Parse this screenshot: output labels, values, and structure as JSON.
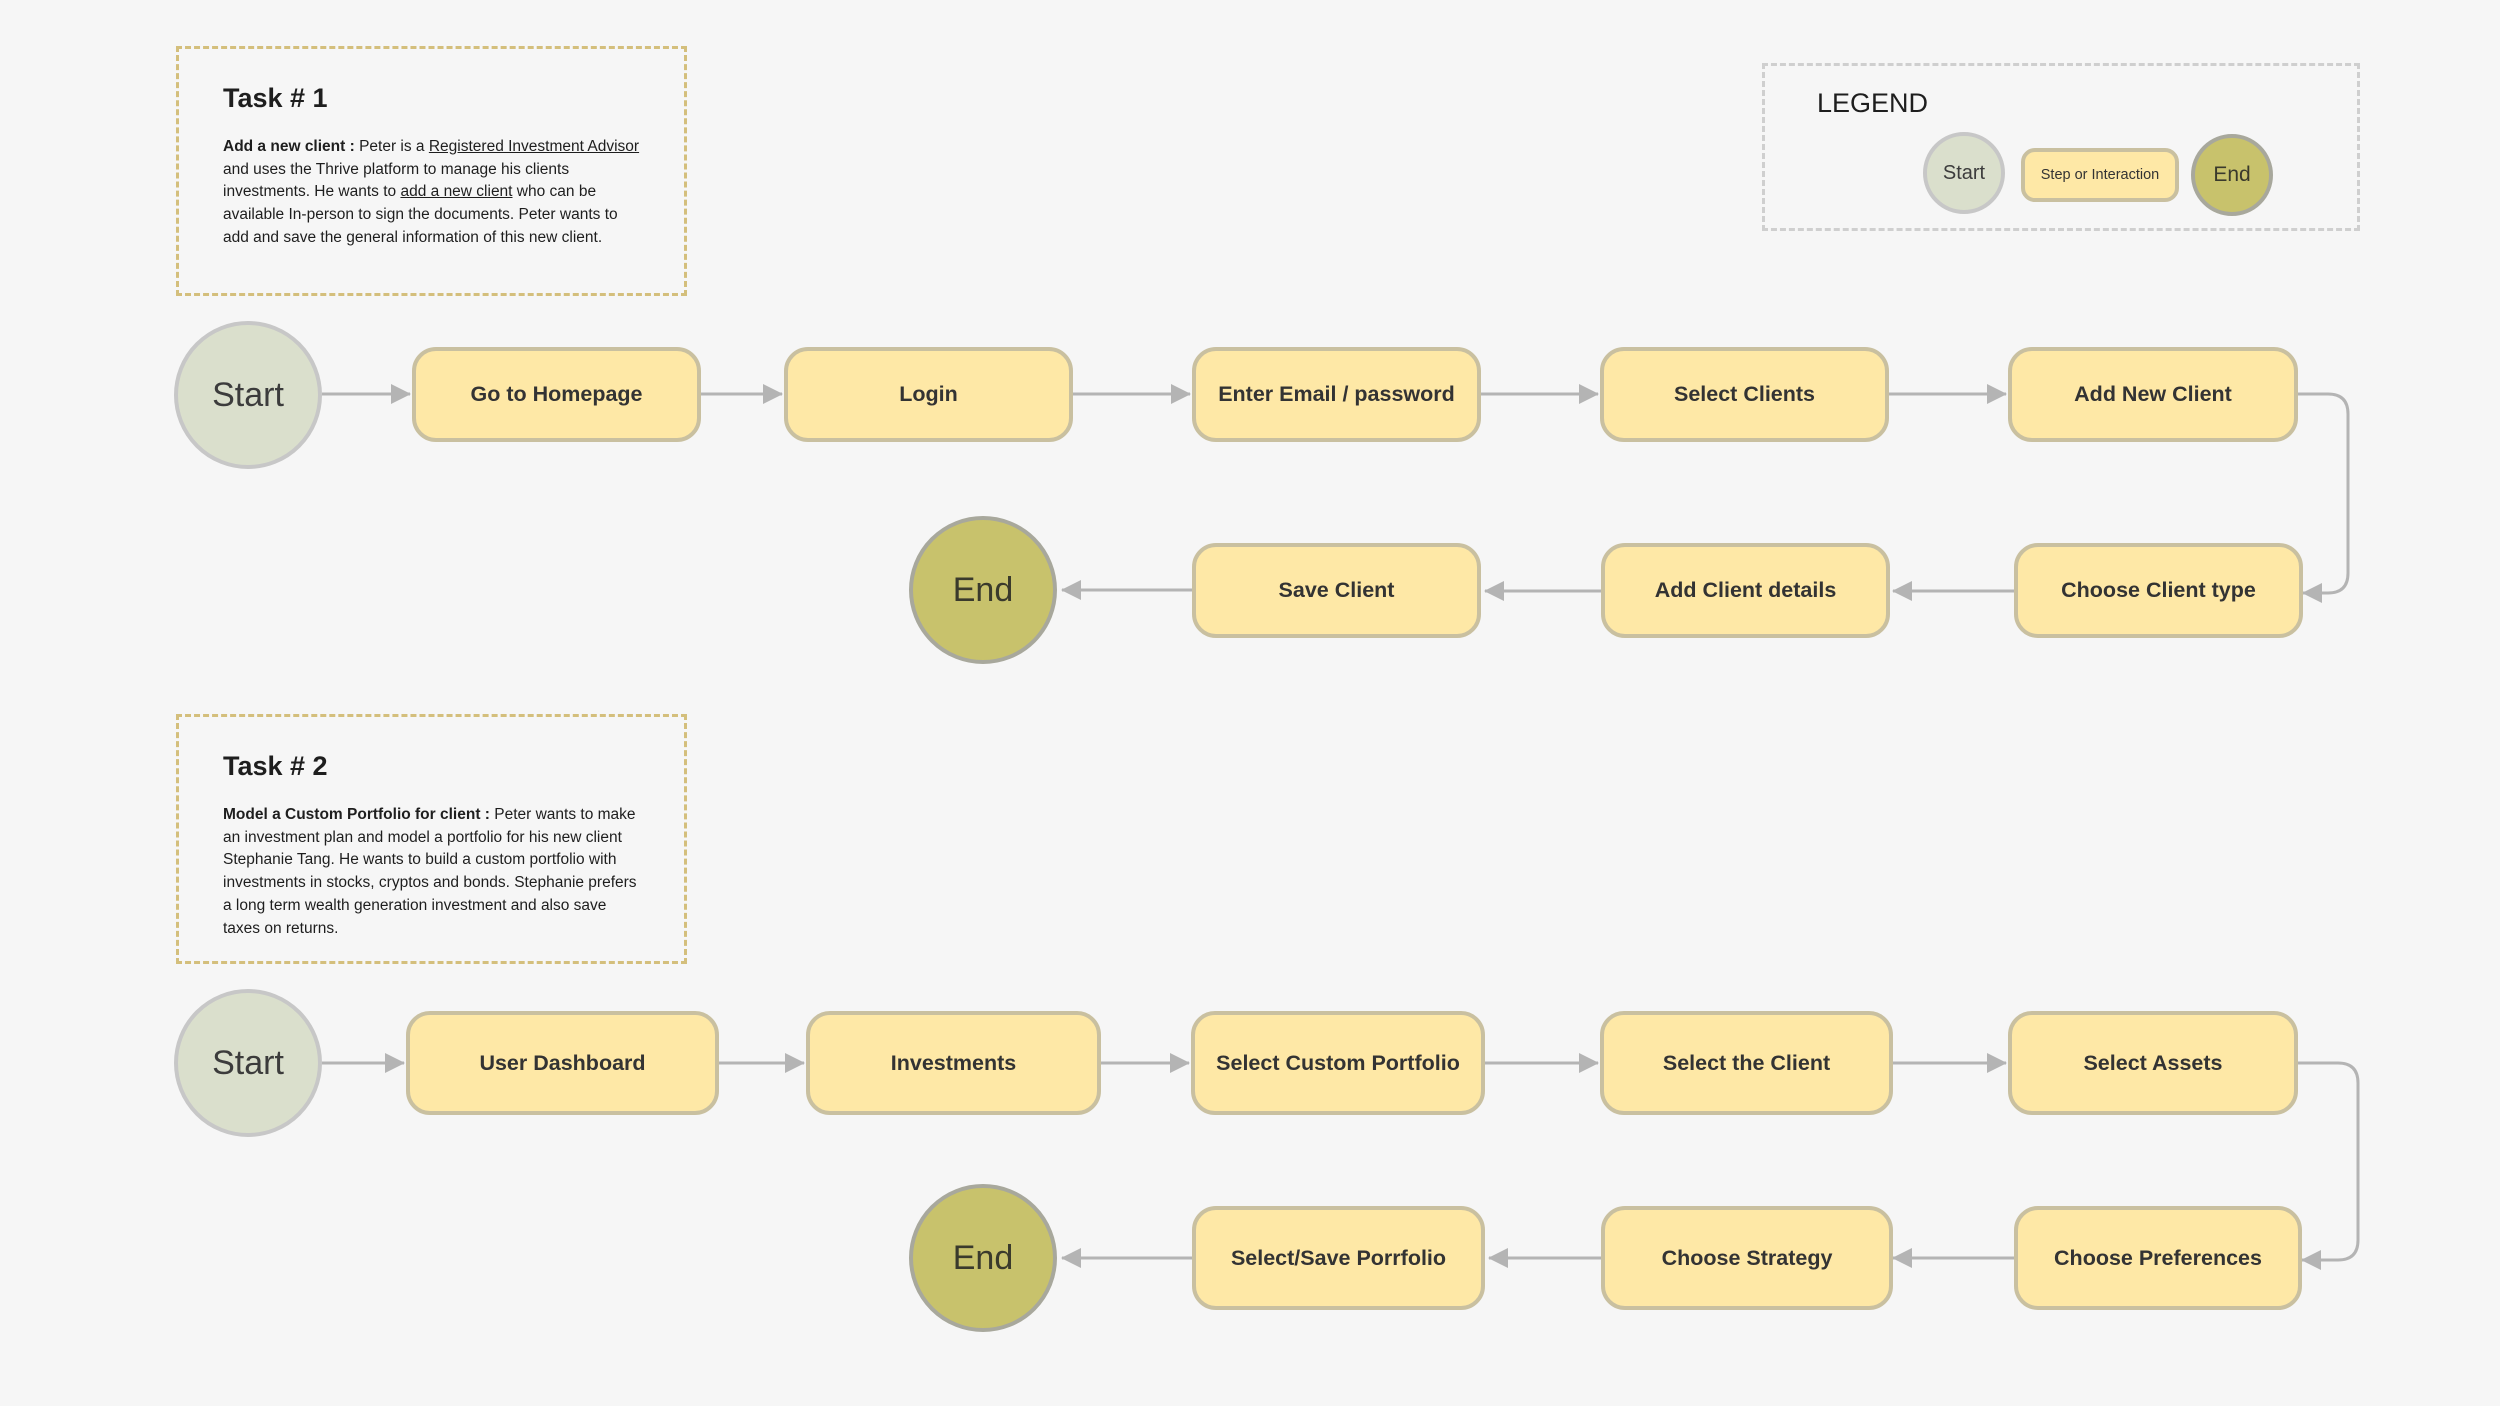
{
  "legend": {
    "title": "LEGEND",
    "start_label": "Start",
    "step_label": "Step or Interaction",
    "end_label": "End"
  },
  "task1": {
    "title": "Task # 1",
    "desc_bold": "Add a new client : ",
    "desc_part1": "Peter is a ",
    "desc_link1": "Registered Investment Advisor ",
    "desc_part2": " and uses the Thrive platform to manage his clients investments. He wants to ",
    "desc_link2": "add a new client",
    "desc_part3": " who can be available In-person to sign the documents. Peter wants to add and save the general information of this new client.",
    "flow": {
      "start": "Start",
      "end": "End",
      "steps": [
        "Go to Homepage",
        "Login",
        "Enter Email / password",
        "Select Clients",
        "Add New Client",
        "Choose Client type",
        "Add Client details",
        "Save Client"
      ]
    }
  },
  "task2": {
    "title": "Task # 2",
    "desc_bold": "Model a Custom Portfolio for client : ",
    "desc_text": "Peter wants to make an investment plan and model a portfolio for his new client Stephanie Tang. He wants to build a custom portfolio with investments in stocks, cryptos and bonds. Stephanie prefers a long term wealth generation investment and also save taxes on returns.",
    "flow": {
      "start": "Start",
      "end": "End",
      "steps": [
        "User Dashboard",
        "Investments",
        "Select Custom Portfolio",
        "Select the Client",
        "Select Assets",
        "Choose Preferences",
        "Choose Strategy",
        "Select/Save Porrfolio"
      ]
    }
  },
  "colors": {
    "background": "#f6f6f6",
    "step_fill": "#fee8a6",
    "step_border": "#c9c0a0",
    "start_fill": "#dadfcc",
    "end_fill": "#c8c26c",
    "connector": "#b4b4b4",
    "task_border": "#d4bf7c",
    "legend_border": "#cfcfcf"
  }
}
